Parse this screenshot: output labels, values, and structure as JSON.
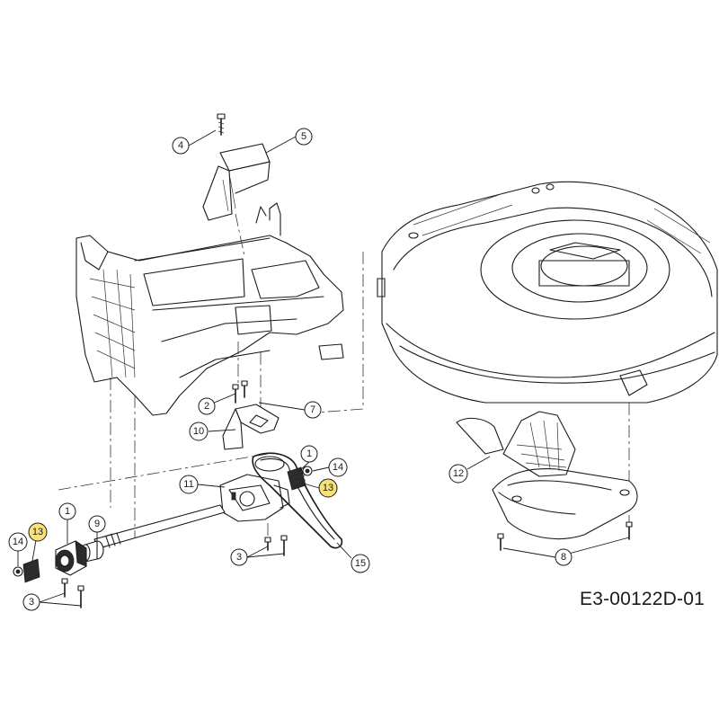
{
  "callouts": {
    "c4": "4",
    "c5": "5",
    "c2": "2",
    "c7": "7",
    "c10": "10",
    "c1a": "1",
    "c14a": "14",
    "c13a": "13",
    "c11": "11",
    "c9": "9",
    "c1b": "1",
    "c13b": "13",
    "c14b": "14",
    "c3a": "3",
    "c3b": "3",
    "c15": "15",
    "c12": "12",
    "c8": "8"
  },
  "highlight_color": "#f7e27a",
  "reference_code": "E3-00122D-01"
}
